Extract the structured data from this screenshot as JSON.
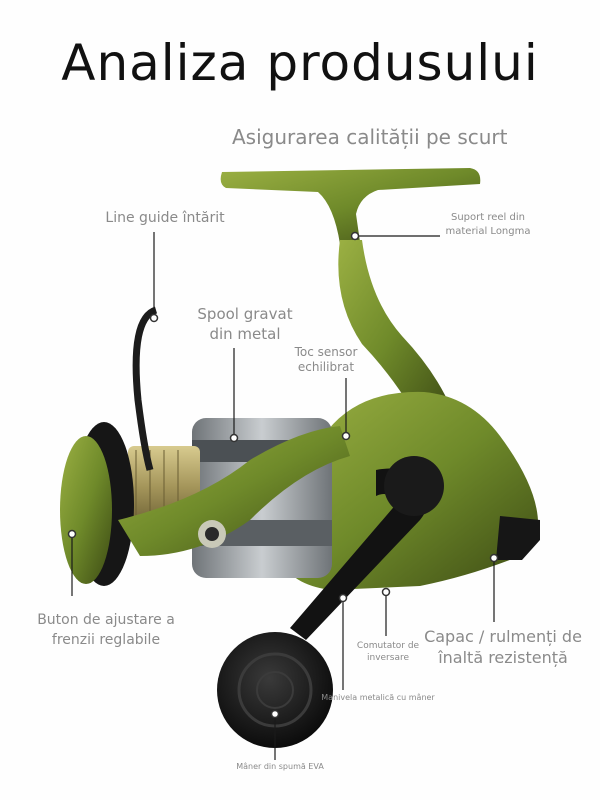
{
  "header": {
    "title": "Analiza produsului",
    "subtitle": "Asigurarea calității pe scurt"
  },
  "callouts": {
    "line_guide": "Line guide întărit",
    "suport": "Suport reel din material Longma",
    "spool": "Spool gravat din metal",
    "toc_sensor": "Toc sensor echilibrat",
    "buton": "Buton de ajustare a frenzii reglabile",
    "comutator": "Comutator de inversare",
    "capac": "Capac / rulmenți de înaltă rezistență",
    "manivela": "Manivela metalică cu mâner",
    "maner_eva": "Mâner din spumă EVA"
  },
  "colors": {
    "reel_green": "#6f8a2a",
    "reel_dark": "#3c4a14",
    "gold": "#a4955a",
    "silver": "#9da2a6",
    "black": "#161616",
    "label_gray": "#8a8a8a"
  }
}
